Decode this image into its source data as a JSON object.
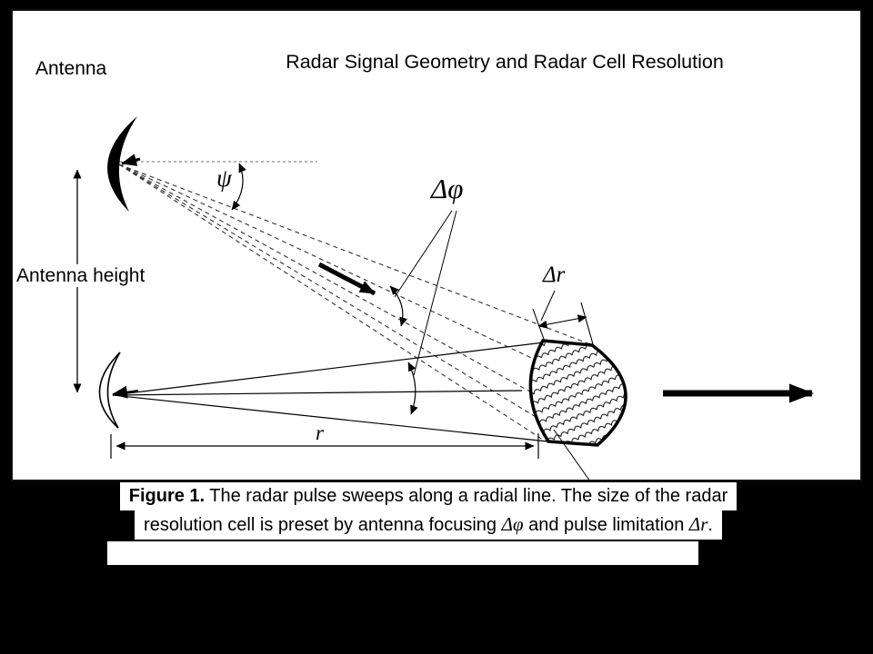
{
  "title": "Radar Signal Geometry and Radar Cell Resolution",
  "labels": {
    "antenna": "Antenna",
    "antenna_height": "Antenna height",
    "psi": "ψ",
    "delta_phi": "Δφ",
    "delta_r": "Δr",
    "range": "r"
  },
  "caption": {
    "figure": "Figure 1.",
    "line1": " The radar pulse sweeps along a radial line. The size of the radar",
    "line2a": "resolution cell is preset by antenna focusing ",
    "sym_phi": "Δφ",
    "line2b": " and pulse limitation ",
    "sym_r": "Δr",
    "line2c": "."
  },
  "colors": {
    "background": "#000000",
    "canvas": "#ffffff",
    "ink": "#000000",
    "dashed_guide": "#8a8a8a"
  }
}
